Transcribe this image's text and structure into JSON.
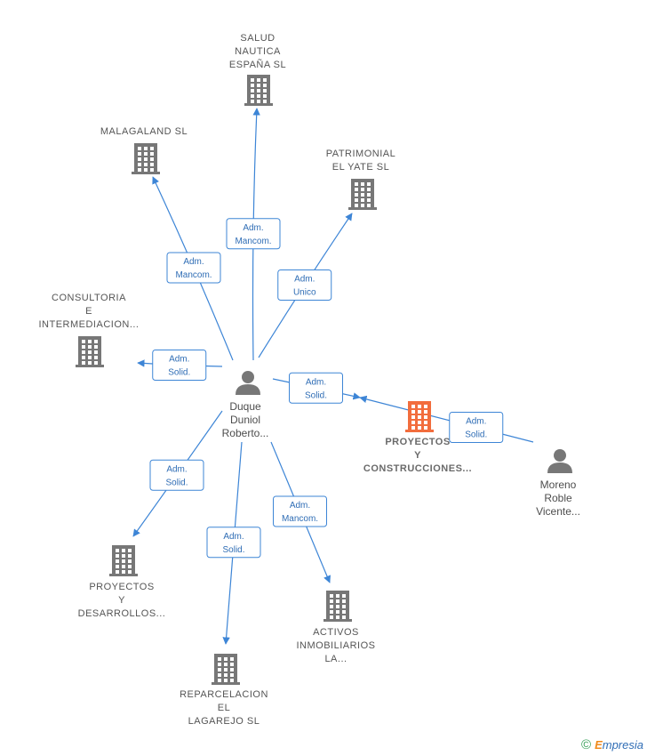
{
  "colors": {
    "building": "#777777",
    "building_primary": "#f26d3d",
    "person": "#777777",
    "edge": "#3d85d6"
  },
  "nodes": [
    {
      "id": "salud",
      "kind": "company",
      "lines": [
        "SALUD",
        "NAUTICA",
        "ESPAÑA  SL"
      ]
    },
    {
      "id": "malagaland",
      "kind": "company",
      "lines": [
        "MALAGALAND SL"
      ]
    },
    {
      "id": "patrimonial",
      "kind": "company",
      "lines": [
        "PATRIMONIAL",
        "EL YATE  SL"
      ]
    },
    {
      "id": "consultoria",
      "kind": "company",
      "lines": [
        "CONSULTORIA",
        "E",
        "INTERMEDIACION..."
      ]
    },
    {
      "id": "duque",
      "kind": "person",
      "lines": [
        "Duque",
        "Duniol",
        "Roberto..."
      ]
    },
    {
      "id": "proyectos_construcciones",
      "kind": "company",
      "primary": true,
      "lines": [
        "PROYECTOS",
        "Y",
        "CONSTRUCCIONES..."
      ]
    },
    {
      "id": "moreno",
      "kind": "person",
      "lines": [
        "Moreno",
        "Roble",
        "Vicente..."
      ]
    },
    {
      "id": "proyectos_desarrollos",
      "kind": "company",
      "lines": [
        "PROYECTOS",
        "Y",
        "DESARROLLOS..."
      ]
    },
    {
      "id": "activos",
      "kind": "company",
      "lines": [
        "ACTIVOS",
        "INMOBILIARIOS",
        "LA..."
      ]
    },
    {
      "id": "reparcelacion",
      "kind": "company",
      "lines": [
        "REPARCELACION",
        "EL",
        "LAGAREJO  SL"
      ]
    }
  ],
  "edges": [
    {
      "from": "duque",
      "to": "salud",
      "lines": [
        "Adm.",
        "Mancom."
      ]
    },
    {
      "from": "duque",
      "to": "malagaland",
      "lines": [
        "Adm.",
        "Mancom."
      ]
    },
    {
      "from": "duque",
      "to": "patrimonial",
      "lines": [
        "Adm.",
        "Unico"
      ]
    },
    {
      "from": "duque",
      "to": "consultoria",
      "lines": [
        "Adm.",
        "Solid."
      ]
    },
    {
      "from": "duque",
      "to": "proyectos_construcciones",
      "lines": [
        "Adm.",
        "Solid."
      ]
    },
    {
      "from": "moreno",
      "to": "proyectos_construcciones",
      "lines": [
        "Adm.",
        "Solid."
      ]
    },
    {
      "from": "duque",
      "to": "proyectos_desarrollos",
      "lines": [
        "Adm.",
        "Solid."
      ]
    },
    {
      "from": "duque",
      "to": "reparcelacion",
      "lines": [
        "Adm.",
        "Solid."
      ]
    },
    {
      "from": "duque",
      "to": "activos",
      "lines": [
        "Adm.",
        "Mancom."
      ]
    }
  ],
  "footer": {
    "copyright": "©",
    "brand_initial": "E",
    "brand_rest": "mpresia"
  }
}
